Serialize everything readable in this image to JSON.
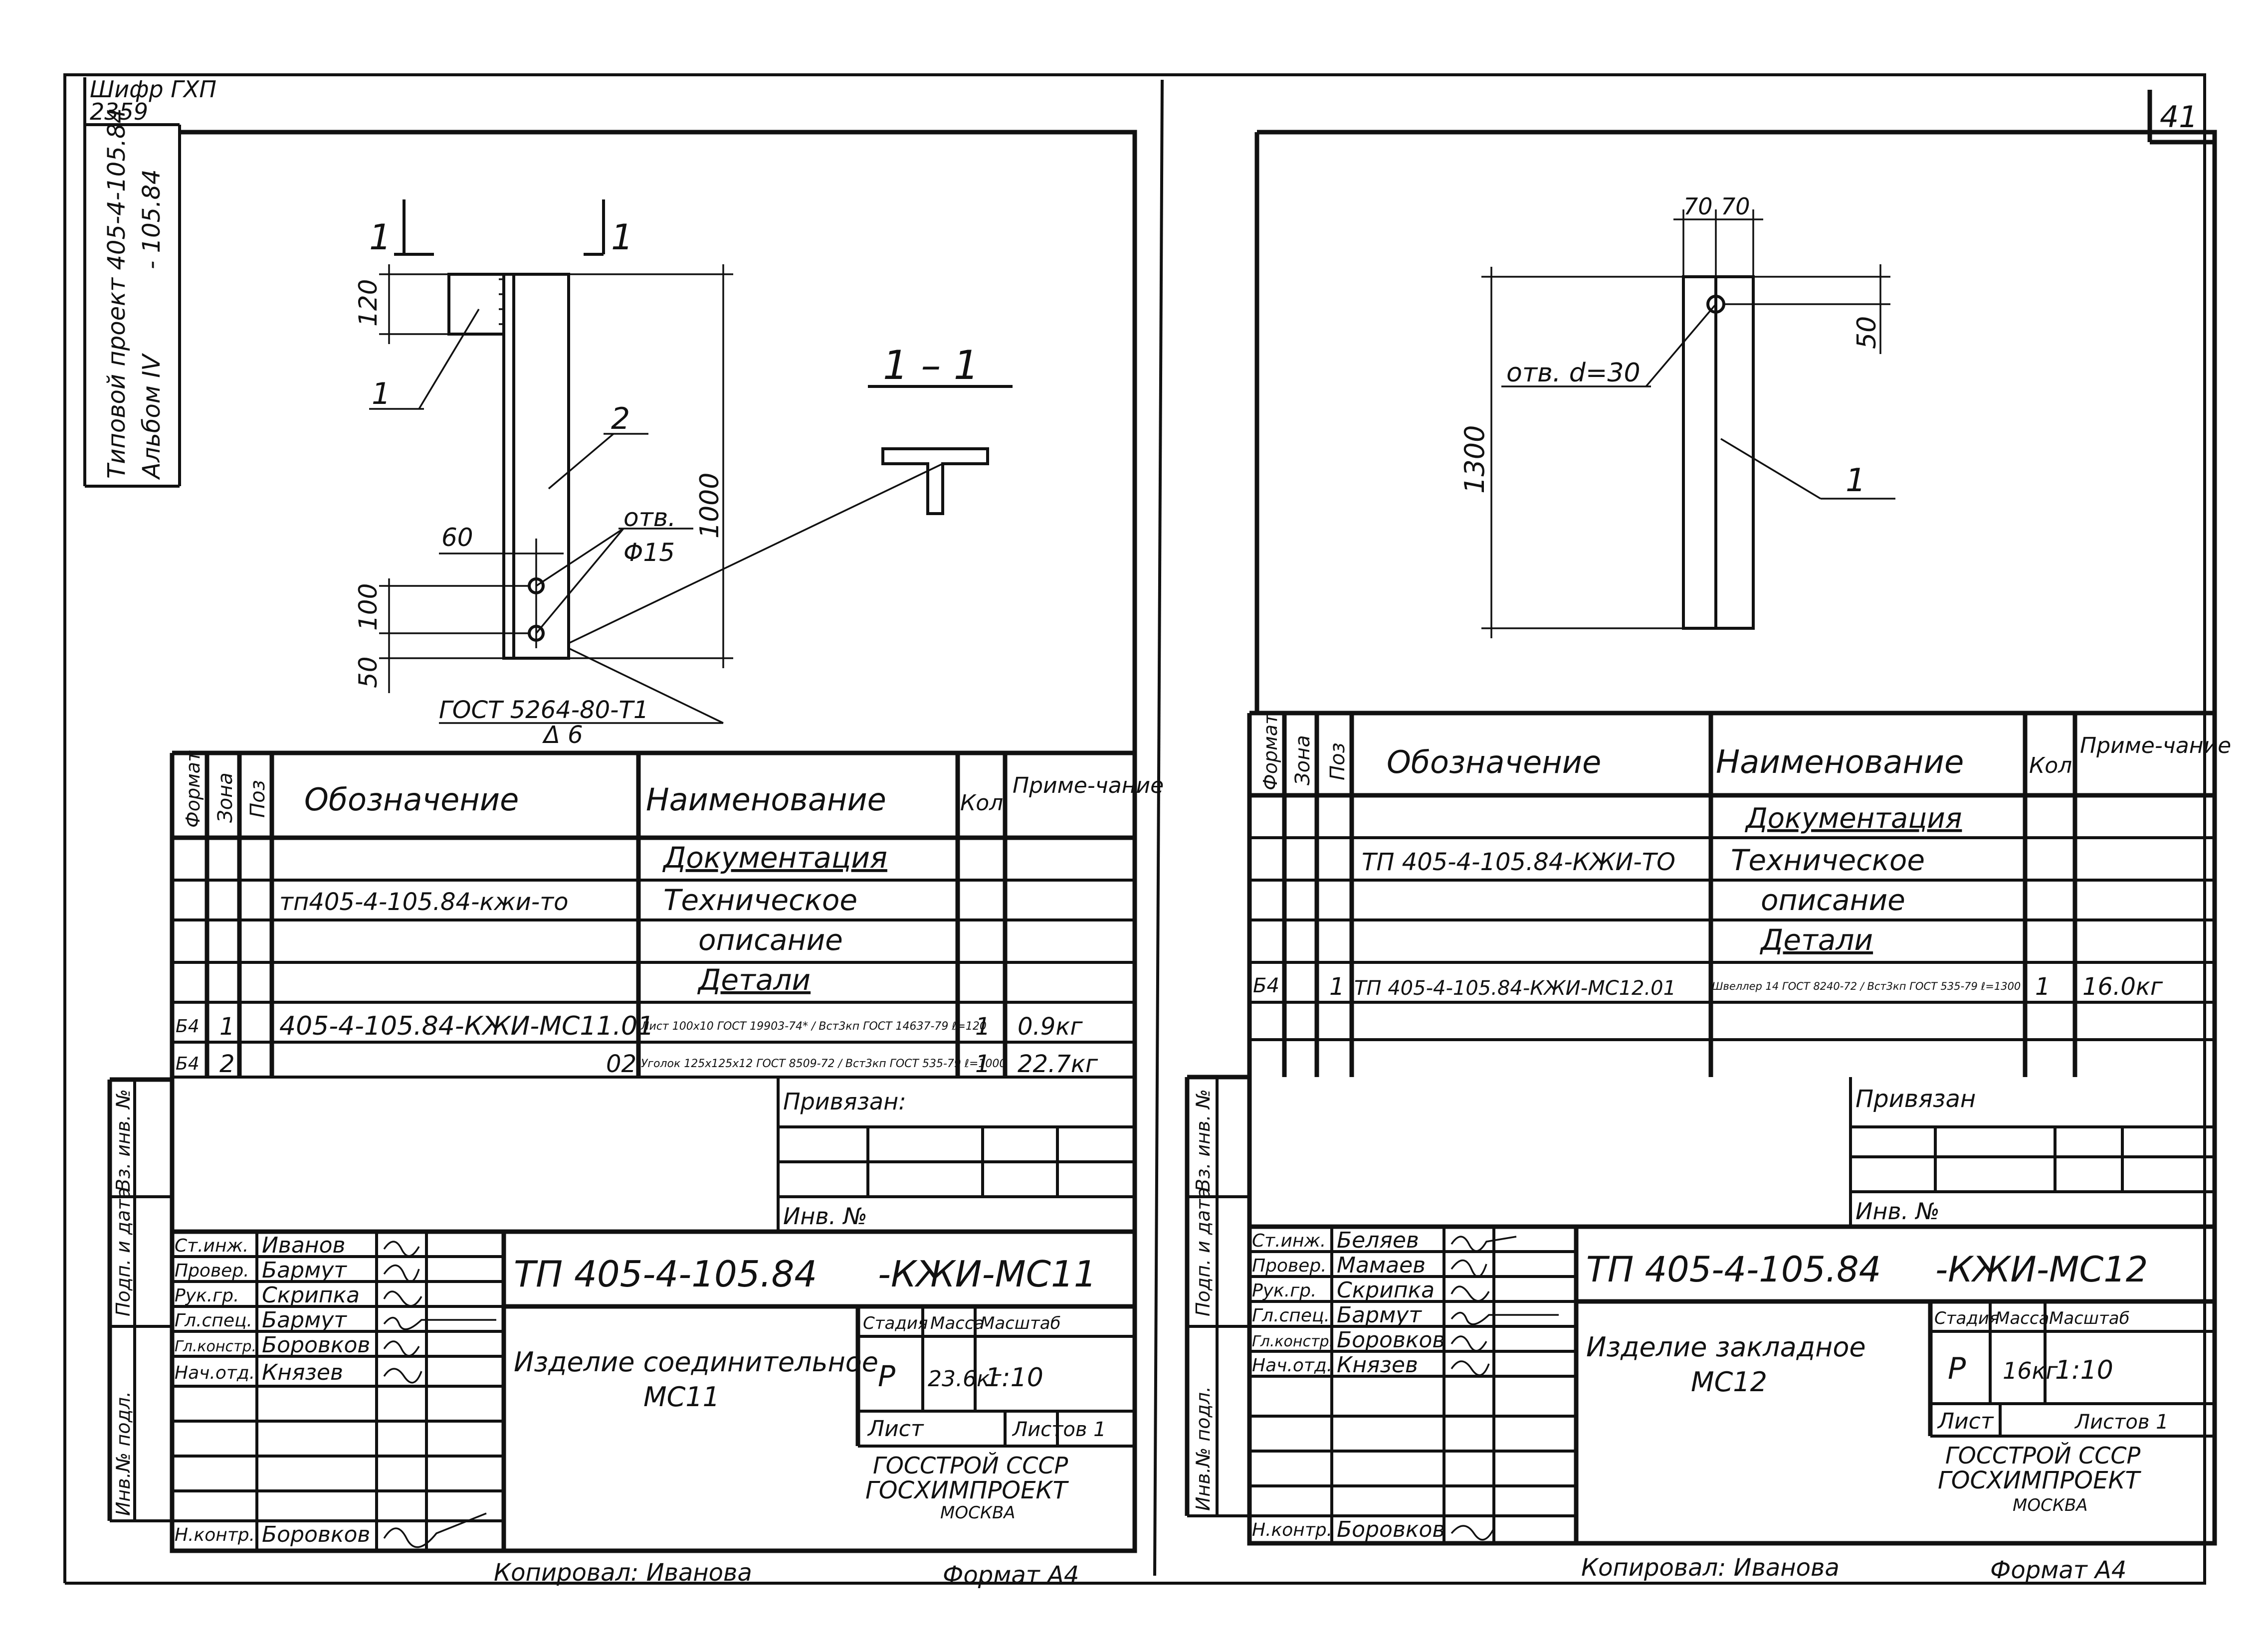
{
  "stamp": {
    "cipher": "Шифр ГХП",
    "number": "2359",
    "project": "Типовой проект 405-4-105.84",
    "album": "Альбом IV"
  },
  "page_number": "41",
  "left": {
    "section_label": "1 – 1",
    "view_marks": [
      "1",
      "1"
    ],
    "positions": [
      "1",
      "2"
    ],
    "dims": [
      "120",
      "1000",
      "60",
      "100",
      "50"
    ],
    "hole": [
      "отв.",
      "Φ15"
    ],
    "standard": "ГОСТ 5264-80-Т1",
    "weld": "Δ 6",
    "table": {
      "headers": [
        "Формат",
        "Зона",
        "Поз",
        "Обозначение",
        "Наименование",
        "Кол",
        "Приме-чание"
      ],
      "rows": [
        {
          "fmt": "",
          "pos": "",
          "designation": "",
          "name": "Документация",
          "qty": "",
          "note": ""
        },
        {
          "fmt": "",
          "pos": "",
          "designation": "тп405-4-105.84-кжи-то",
          "name": "Техническое",
          "qty": "",
          "note": ""
        },
        {
          "fmt": "",
          "pos": "",
          "designation": "",
          "name": "описание",
          "qty": "",
          "note": ""
        },
        {
          "fmt": "",
          "pos": "",
          "designation": "",
          "name": "Детали",
          "qty": "",
          "note": ""
        },
        {
          "fmt": "Б4",
          "pos": "1",
          "designation": "405-4-105.84-КЖИ-МС11.01",
          "name": "Лист 100х10 ГОСТ 19903-74* / Вст3кп ГОСТ 14637-79 ℓ=120",
          "qty": "1",
          "note": "0.9кг"
        },
        {
          "fmt": "Б4",
          "pos": "2",
          "designation": "02",
          "name": "Уголок 125х125х12 ГОСТ 8509-72 / Вст3кп ГОСТ 535-79 ℓ=1000",
          "qty": "1",
          "note": "22.7кг"
        }
      ]
    },
    "title_block": {
      "attached": "Привязан:",
      "inv": "Инв. №",
      "code": "ТП 405-4-105.84",
      "suffix": "-КЖИ-МС11",
      "name1": "Изделие соединительное",
      "name2": "МС11",
      "stage_h": "Стадия",
      "mass_h": "Масса",
      "scale_h": "Масштаб",
      "stage": "Р",
      "mass": "23.6кг",
      "scale": "1:10",
      "sheet": "Лист",
      "sheets": "Листов 1",
      "org1": "ГОССТРОЙ СССР",
      "org2": "ГОСХИМПРОЕКТ",
      "org3": "МОСКВА",
      "people": [
        {
          "role": "Ст.инж.",
          "name": "Иванов"
        },
        {
          "role": "Провер.",
          "name": "Бармут"
        },
        {
          "role": "Рук.гр.",
          "name": "Скрипка"
        },
        {
          "role": "Гл.спец.",
          "name": "Бармут"
        },
        {
          "role": "Гл.констр.",
          "name": "Боровков"
        },
        {
          "role": "Нач.отд.",
          "name": "Князев"
        },
        {
          "role": "",
          "name": ""
        },
        {
          "role": "",
          "name": ""
        },
        {
          "role": "",
          "name": ""
        },
        {
          "role": "Н.контр.",
          "name": "Боровков"
        }
      ],
      "side": [
        "Инв.№ подл.",
        "Подп. и дата",
        "Вз. инв. №"
      ]
    },
    "copied": "Копировал: Иванова",
    "format": "Формат А4"
  },
  "right": {
    "dims": [
      "70",
      "70",
      "50",
      "1300"
    ],
    "hole": "отв. d=30",
    "positions": [
      "1"
    ],
    "table": {
      "headers": [
        "Формат",
        "Зона",
        "Поз",
        "Обозначение",
        "Наименование",
        "Кол",
        "Приме-чание"
      ],
      "rows": [
        {
          "fmt": "",
          "pos": "",
          "designation": "",
          "name": "Документация",
          "qty": "",
          "note": ""
        },
        {
          "fmt": "",
          "pos": "",
          "designation": "ТП 405-4-105.84-КЖИ-ТО",
          "name": "Техническое",
          "qty": "",
          "note": ""
        },
        {
          "fmt": "",
          "pos": "",
          "designation": "",
          "name": "описание",
          "qty": "",
          "note": ""
        },
        {
          "fmt": "",
          "pos": "",
          "designation": "",
          "name": "Детали",
          "qty": "",
          "note": ""
        },
        {
          "fmt": "Б4",
          "pos": "1",
          "designation": "ТП 405-4-105.84-КЖИ-МС12.01",
          "name": "Швеллер 14 ГОСТ 8240-72 / Вст3кп ГОСТ 535-79 ℓ=1300",
          "qty": "1",
          "note": "16.0кг"
        },
        {
          "fmt": "",
          "pos": "",
          "designation": "",
          "name": "",
          "qty": "",
          "note": ""
        }
      ]
    },
    "title_block": {
      "attached": "Привязан",
      "inv": "Инв. №",
      "code": "ТП 405-4-105.84",
      "suffix": "-КЖИ-МС12",
      "name1": "Изделие закладное",
      "name2": "МС12",
      "stage_h": "Стадия",
      "mass_h": "Масса",
      "scale_h": "Масштаб",
      "stage": "Р",
      "mass": "16кг",
      "scale": "1:10",
      "sheet": "Лист",
      "sheets": "Листов 1",
      "org1": "ГОССТРОЙ СССР",
      "org2": "ГОСХИМПРОЕКТ",
      "org3": "МОСКВА",
      "people": [
        {
          "role": "Ст.инж.",
          "name": "Беляев"
        },
        {
          "role": "Провер.",
          "name": "Мамаев"
        },
        {
          "role": "Рук.гр.",
          "name": "Скрипка"
        },
        {
          "role": "Гл.спец.",
          "name": "Бармут"
        },
        {
          "role": "Гл.констр.",
          "name": "Боровков"
        },
        {
          "role": "Нач.отд.",
          "name": "Князев"
        },
        {
          "role": "",
          "name": ""
        },
        {
          "role": "",
          "name": ""
        },
        {
          "role": "",
          "name": ""
        },
        {
          "role": "Н.контр.",
          "name": "Боровков"
        }
      ],
      "side": [
        "Инв.№ подл.",
        "Подп. и дата",
        "Вз. инв. №"
      ]
    },
    "copied": "Копировал: Иванова",
    "format": "Формат А4"
  }
}
